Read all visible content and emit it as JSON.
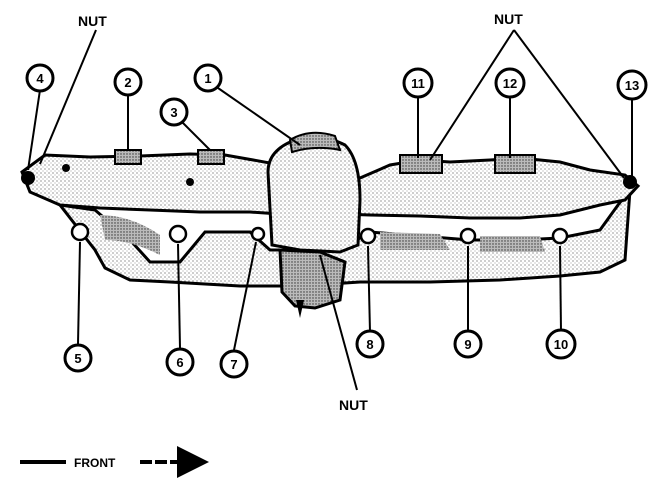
{
  "diagram": {
    "nut_label": "NUT",
    "front_label": "FRONT",
    "callouts": [
      {
        "number": "1"
      },
      {
        "number": "2"
      },
      {
        "number": "3"
      },
      {
        "number": "4"
      },
      {
        "number": "5"
      },
      {
        "number": "6"
      },
      {
        "number": "7"
      },
      {
        "number": "8"
      },
      {
        "number": "9"
      },
      {
        "number": "10"
      },
      {
        "number": "11"
      },
      {
        "number": "12"
      },
      {
        "number": "13"
      }
    ]
  }
}
